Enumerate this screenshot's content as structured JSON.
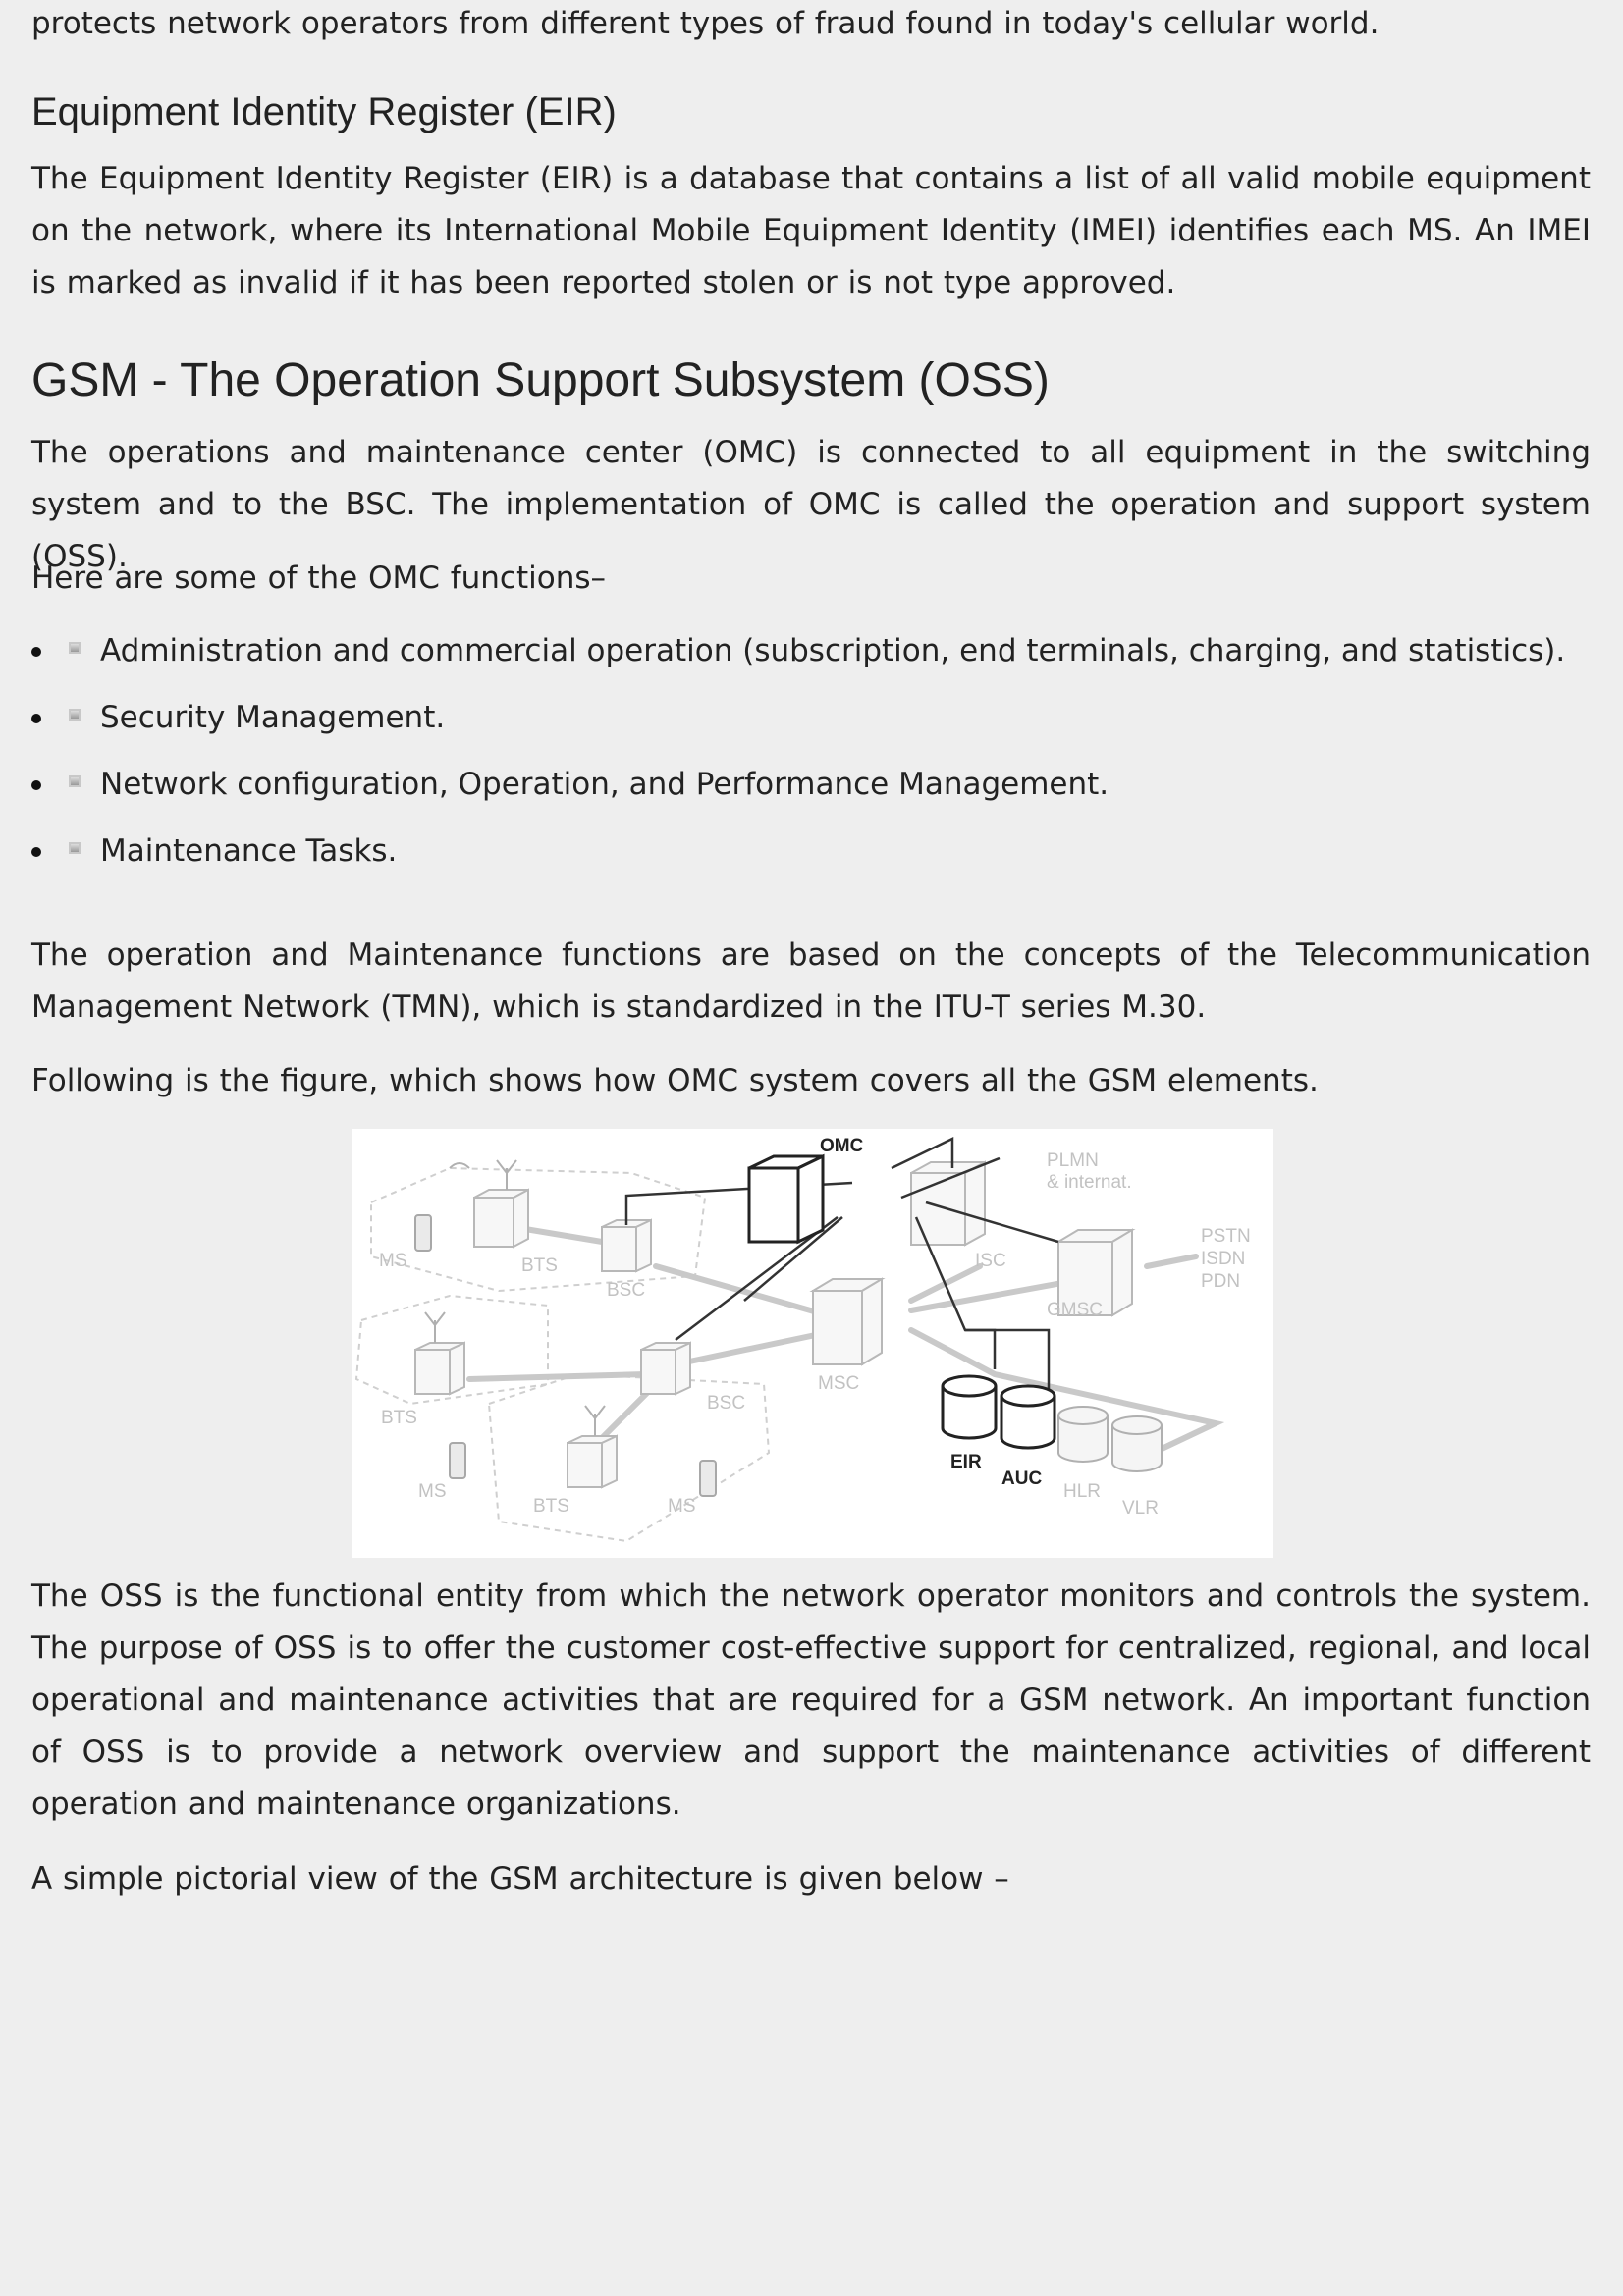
{
  "intro_tail": "protects network operators from different types of fraud found in today's cellular world.",
  "eir": {
    "heading": "Equipment Identity Register (EIR)",
    "body": "The Equipment Identity Register (EIR) is a database that contains a list of all valid mobile equipment on the network, where its International Mobile Equipment Identity (IMEI) identifies each MS. An IMEI is marked as invalid if it has been reported stolen or is not type approved."
  },
  "oss": {
    "heading": "GSM - The Operation Support Subsystem (OSS)",
    "para1": "The operations and maintenance center (OMC) is connected to all equipment in the switching system and to the BSC. The implementation of OMC is called the operation and support system (OSS).",
    "para2": "Here are some of the OMC functions–",
    "functions": [
      "Administration and commercial operation (subscription, end terminals, charging, and statistics).",
      "Security Management.",
      "Network configuration, Operation, and Performance Management.",
      "Maintenance Tasks."
    ],
    "para3": "The operation and Maintenance functions are based on the concepts of the Telecommunication Management Network (TMN), which is standardized in the ITU-T series M.30.",
    "para4": "Following is the figure, which shows how OMC system covers all the GSM elements.",
    "para5": "The OSS is the functional entity from which the network operator monitors and controls the system. The purpose of OSS is to offer the customer cost-effective support for centralized, regional, and local operational and maintenance activities that are required for a GSM network. An important function of OSS is to provide a network overview and support the maintenance activities of different operation and maintenance organizations.",
    "para6": "A simple pictorial view of the GSM architecture is given below –"
  },
  "figure": {
    "labels": {
      "omc": "OMC",
      "plmn1": "PLMN",
      "plmn2": "& internat.",
      "pstn": "PSTN",
      "isdn": "ISDN",
      "pdn": "PDN",
      "gmsc": "GMSC",
      "isc": "ISC",
      "msc": "MSC",
      "bsc_top": "BSC",
      "bsc_mid": "BSC",
      "bts_top": "BTS",
      "bts_left": "BTS",
      "bts_bottom": "BTS",
      "ms_top": "MS",
      "ms_left": "MS",
      "ms_bottom": "MS",
      "eir": "EIR",
      "auc": "AUC",
      "hlr": "HLR",
      "vlr": "VLR"
    }
  }
}
